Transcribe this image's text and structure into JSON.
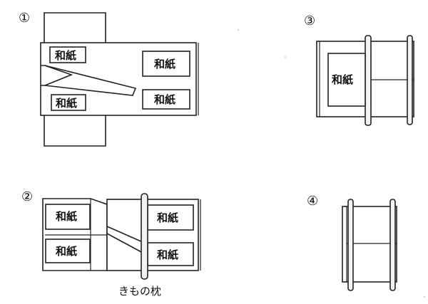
{
  "steps": {
    "step1": "①",
    "step2": "②",
    "step3": "③",
    "step4": "④"
  },
  "paper_label": "和紙",
  "pillow_label": "きもの枕"
}
